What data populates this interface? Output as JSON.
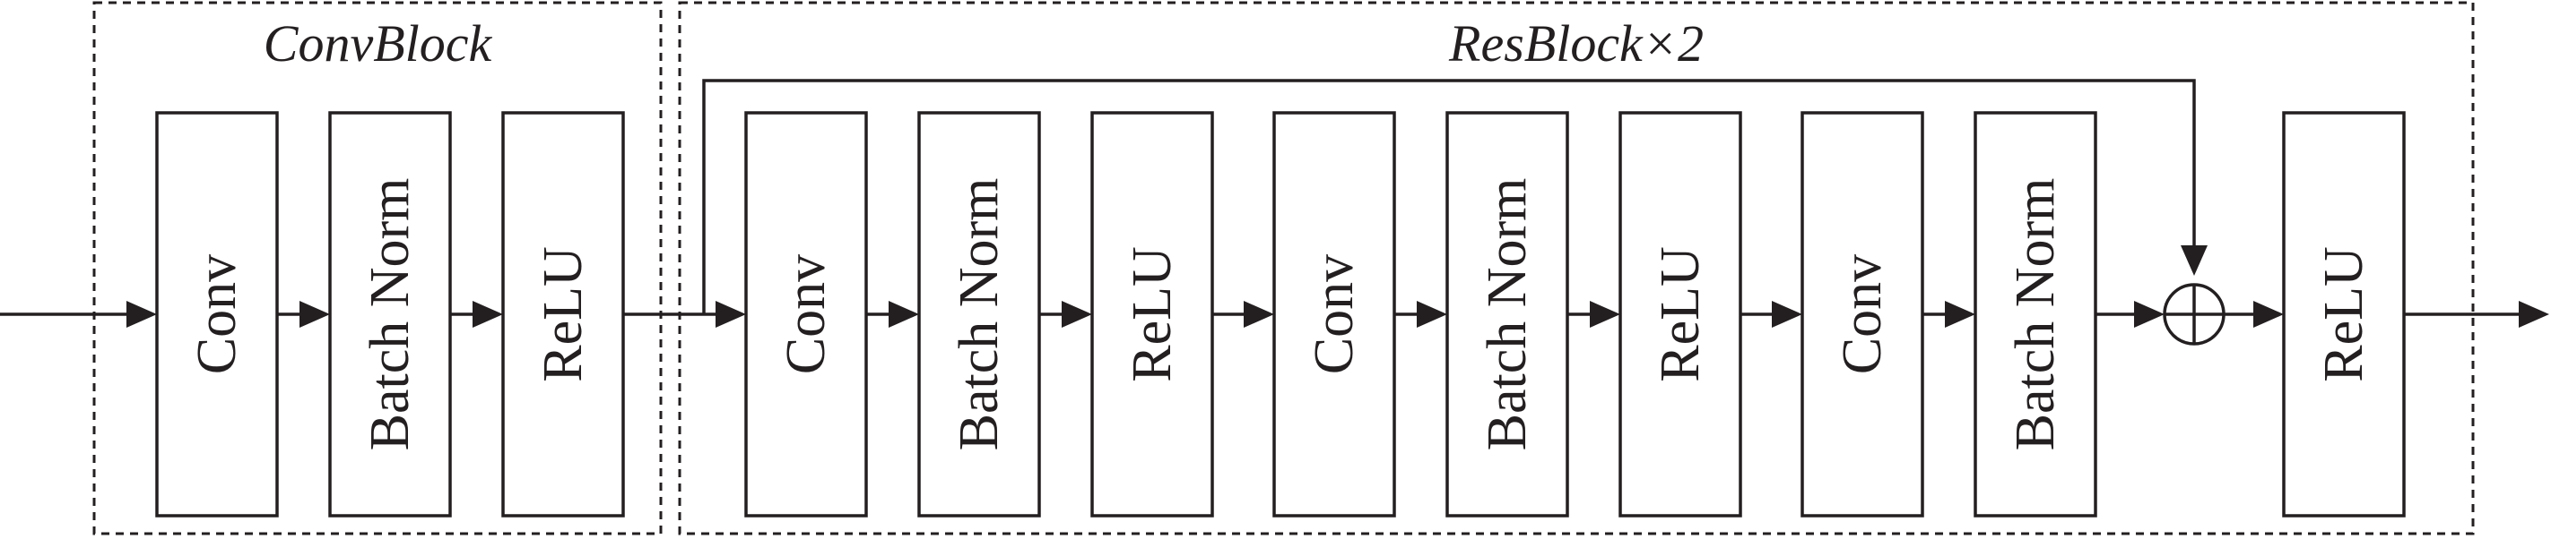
{
  "groups": {
    "conv_block": {
      "title": "ConvBlock"
    },
    "res_block": {
      "title": "ResBlock×2"
    }
  },
  "conv_block_layers": [
    "Conv",
    "Batch Norm",
    "ReLU"
  ],
  "res_block_layers": [
    "Conv",
    "Batch Norm",
    "ReLU",
    "Conv",
    "Batch Norm",
    "ReLU",
    "Conv",
    "Batch Norm"
  ],
  "output_layer": "ReLU"
}
